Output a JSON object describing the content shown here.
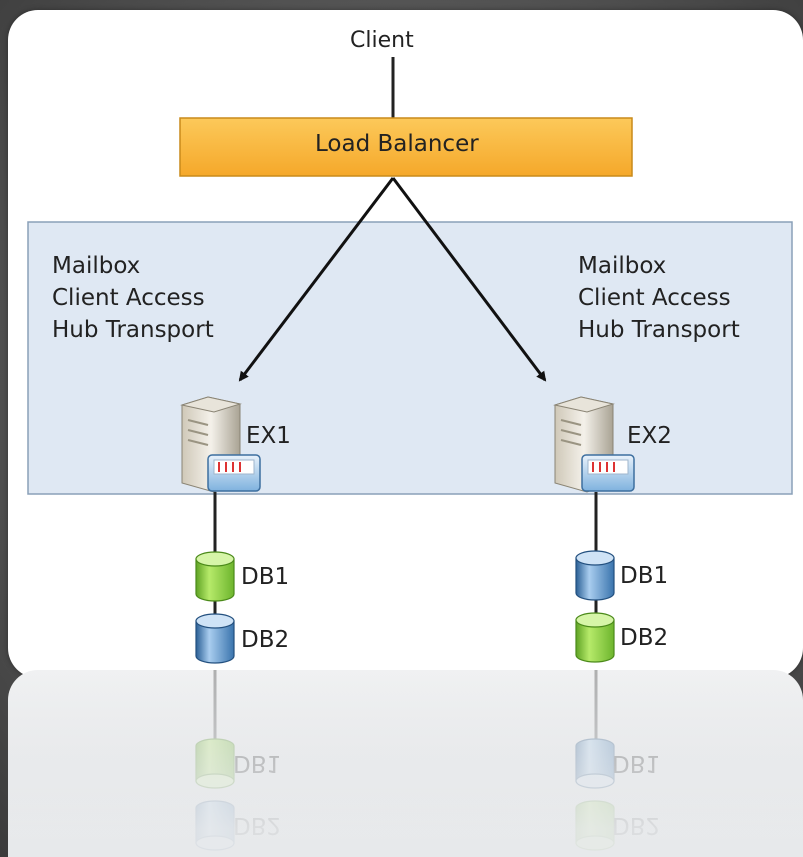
{
  "client_label": "Client",
  "load_balancer_label": "Load Balancer",
  "colors": {
    "load_balancer_fill": "#f9b93c",
    "cluster_fill": "#dfe8f3",
    "db_green": "#8fd13a",
    "db_blue": "#4a86c0"
  },
  "left_node": {
    "roles": [
      "Mailbox",
      "Client Access",
      "Hub Transport"
    ],
    "server_label": "EX1",
    "databases": [
      {
        "label": "DB1",
        "color": "green"
      },
      {
        "label": "DB2",
        "color": "blue"
      }
    ]
  },
  "right_node": {
    "roles": [
      "Mailbox",
      "Client Access",
      "Hub Transport"
    ],
    "server_label": "EX2",
    "databases": [
      {
        "label": "DB1",
        "color": "blue"
      },
      {
        "label": "DB2",
        "color": "green"
      }
    ]
  }
}
